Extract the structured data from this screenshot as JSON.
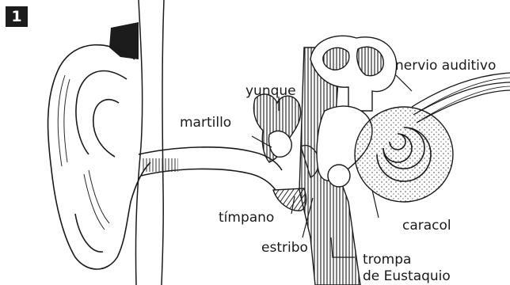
{
  "figure": {
    "badge": "1",
    "labels": {
      "nervio_auditivo": "nervio auditivo",
      "yunque": "yunque",
      "martillo": "martillo",
      "timpano": "tímpano",
      "estribo": "estribo",
      "caracol": "caracol",
      "trompa_line1": "trompa",
      "trompa_line2": "de Eustaquio"
    }
  },
  "colors": {
    "ink": "#1a1a1a",
    "paper": "#ffffff",
    "badge_bg": "#1c1c1c",
    "hatch": "#2a2a2a"
  }
}
